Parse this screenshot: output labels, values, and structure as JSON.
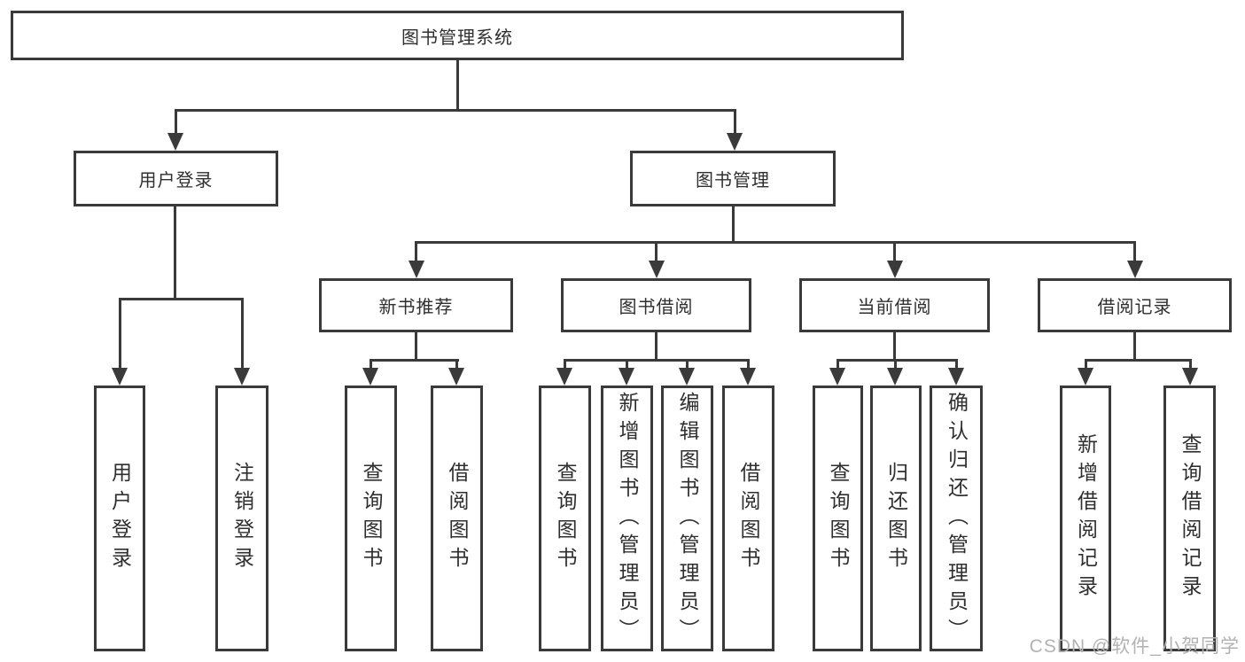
{
  "diagram": {
    "root": {
      "label": "图书管理系统",
      "children": [
        {
          "label": "用户登录",
          "children": [
            {
              "label": "用户登录"
            },
            {
              "label": "注销登录"
            }
          ]
        },
        {
          "label": "图书管理",
          "children": [
            {
              "label": "新书推荐",
              "children": [
                {
                  "label": "查询图书"
                },
                {
                  "label": "借阅图书"
                }
              ]
            },
            {
              "label": "图书借阅",
              "children": [
                {
                  "label": "查询图书"
                },
                {
                  "label": "新增图书（管理员）"
                },
                {
                  "label": "编辑图书（管理员）"
                },
                {
                  "label": "借阅图书"
                }
              ]
            },
            {
              "label": "当前借阅",
              "children": [
                {
                  "label": "查询图书"
                },
                {
                  "label": "归还图书"
                },
                {
                  "label": "确认归还（管理员）"
                }
              ]
            },
            {
              "label": "借阅记录",
              "children": [
                {
                  "label": "新增借阅记录"
                },
                {
                  "label": "查询借阅记录"
                }
              ]
            }
          ]
        }
      ]
    }
  },
  "watermark": {
    "text": "CSDN @软件_小贺同学"
  },
  "colors": {
    "line": "#3a3a3a",
    "text": "#2f2f2f",
    "background": "#ffffff",
    "watermark": "#b2b2b2"
  }
}
